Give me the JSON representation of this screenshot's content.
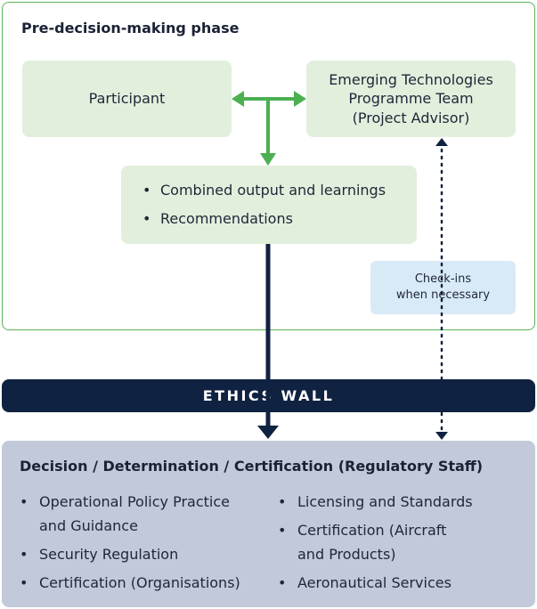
{
  "phase": {
    "title": "Pre-decision-making phase",
    "participant": "Participant",
    "team_lines": [
      "Emerging Technologies",
      "Programme Team",
      "(Project Advisor)"
    ],
    "outputs": [
      "Combined output and learnings",
      "Recommendations"
    ],
    "checkins_lines": [
      "Check-ins",
      "when necessary"
    ]
  },
  "ethics_wall": "ETHICS WALL",
  "decision": {
    "title": "Decision / Determination / Certification (Regulatory Staff)",
    "left_items": [
      [
        "Operational Policy Practice",
        "and Guidance"
      ],
      [
        "Security Regulation"
      ],
      [
        "Certification (Organisations)"
      ]
    ],
    "right_items": [
      [
        "Licensing and Standards"
      ],
      [
        "Certification (Aircraft",
        "and Products)"
      ],
      [
        "Aeronautical Services"
      ]
    ]
  },
  "bullet": "•",
  "colors": {
    "green_border": "#57b357",
    "green_fill": "#e2efdd",
    "green_arrow": "#4caf50",
    "navy": "#102241",
    "light_blue": "#d9eaf7",
    "grey_blue": "#c2cad9"
  }
}
